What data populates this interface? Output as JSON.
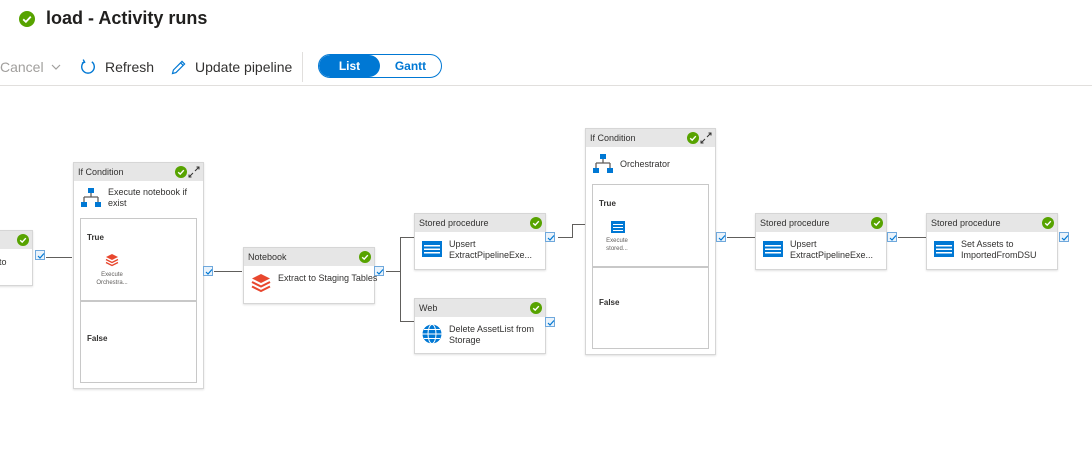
{
  "header": {
    "title": "load - Activity runs",
    "status": "succeeded"
  },
  "toolbar": {
    "cancel_label": "Cancel",
    "refresh_label": "Refresh",
    "update_label": "Update pipeline",
    "view_options": [
      "List",
      "Gantt"
    ],
    "selected_view": "List"
  },
  "colors": {
    "accent": "#0078d4",
    "success": "#57a300",
    "header_bg": "#e6e6e6"
  },
  "activities": {
    "partial": {
      "name": "to"
    },
    "if1": {
      "type": "If Condition",
      "name": "Execute notebook if exist",
      "true_label": "True",
      "false_label": "False",
      "inner_name": "Execute Orchestra..."
    },
    "notebook": {
      "type": "Notebook",
      "name": "Extract to Staging Tables"
    },
    "sp1": {
      "type": "Stored procedure",
      "name": "Upsert ExtractPipelineExe..."
    },
    "web": {
      "type": "Web",
      "name": "Delete AssetList from Storage"
    },
    "if2": {
      "type": "If Condition",
      "name": "Orchestrator",
      "true_label": "True",
      "false_label": "False",
      "inner_name": "Execute stored..."
    },
    "sp2": {
      "type": "Stored procedure",
      "name": "Upsert ExtractPipelineExe..."
    },
    "sp3": {
      "type": "Stored procedure",
      "name": "Set Assets to ImportedFromDSU"
    }
  }
}
